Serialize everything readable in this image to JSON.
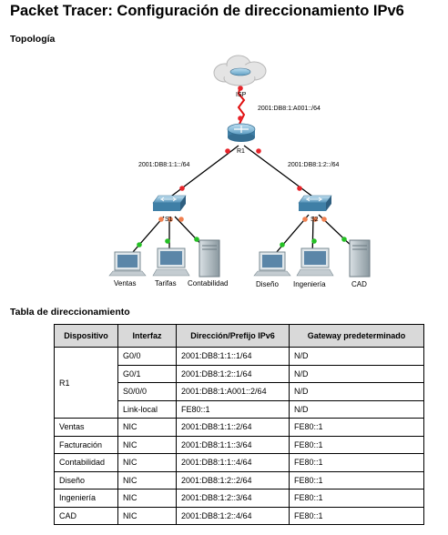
{
  "title": "Packet Tracer: Configuración de direccionamiento IPv6",
  "topology_heading": "Topología",
  "table_heading": "Tabla de direccionamiento",
  "topology": {
    "isp_label": "ISP",
    "r1_label": "R1",
    "s1_label": "S1",
    "s2_label": "S2",
    "serial_net": "2001:DB8:1:A001::/64",
    "left_net": "2001:DB8:1:1::/64",
    "right_net": "2001:DB8:1:2::/64",
    "hosts": [
      "Ventas",
      "Tarifas",
      "Contabilidad",
      "Diseño",
      "Ingeniería",
      "CAD"
    ]
  },
  "table": {
    "headers": [
      "Dispositivo",
      "Interfaz",
      "Dirección/Prefijo IPv6",
      "Gateway predeterminado"
    ],
    "r1_device": "R1",
    "r1_rows": [
      [
        "G0/0",
        "2001:DB8:1:1::1/64",
        "N/D"
      ],
      [
        "G0/1",
        "2001:DB8:1:2::1/64",
        "N/D"
      ],
      [
        "S0/0/0",
        "2001:DB8:1:A001::2/64",
        "N/D"
      ],
      [
        "Link-local",
        "FE80::1",
        "N/D"
      ]
    ],
    "rows": [
      [
        "Ventas",
        "NIC",
        "2001:DB8:1:1::2/64",
        "FE80::1"
      ],
      [
        "Facturación",
        "NIC",
        "2001:DB8:1:1::3/64",
        "FE80::1"
      ],
      [
        "Contabilidad",
        "NIC",
        "2001:DB8:1:1::4/64",
        "FE80::1"
      ],
      [
        "Diseño",
        "NIC",
        "2001:DB8:1:2::2/64",
        "FE80::1"
      ],
      [
        "Ingeniería",
        "NIC",
        "2001:DB8:1:2::3/64",
        "FE80::1"
      ],
      [
        "CAD",
        "NIC",
        "2001:DB8:1:2::4/64",
        "FE80::1"
      ]
    ]
  }
}
